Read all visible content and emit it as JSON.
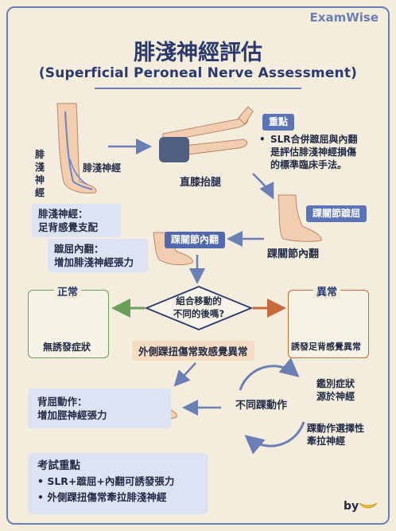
{
  "brand": "ExamWise",
  "title": "腓淺神經評估",
  "subtitle": "(Superficial Peroneal Nerve Assessment)",
  "leg_nerve": {
    "side_label_chars": [
      "腓",
      "淺",
      "神",
      "經"
    ],
    "label": "腓淺神經"
  },
  "slr": {
    "label": "直膝抬腿"
  },
  "key_point": {
    "tag": "重點",
    "lines": [
      "SLR合併蹠屈與內翻",
      "是評估腓淺神經損傷",
      "的標準臨床手法。"
    ]
  },
  "ankle_plantarflex_tag": "踝關節蹠屈",
  "ankle_invert": {
    "tag": "踝關節內翻",
    "label": "踝關節內翻"
  },
  "support_box": [
    "腓淺神經：",
    "足背感覺支配"
  ],
  "tension_box": [
    "蹠屈內翻：",
    "增加腓淺神經張力"
  ],
  "decision": [
    "組合移動的",
    "不同的後嗎?"
  ],
  "normal": {
    "title": "正常",
    "text": "無誘發症狀",
    "color": "#6aa05a"
  },
  "abnormal": {
    "title": "異常",
    "text": "誘發足背感覺異常",
    "color": "#c86a3c"
  },
  "sprain_note": "外側踝扭傷常致感覺異常",
  "dorsiflex_box": [
    "背屈動作：",
    "增加脛神經張力"
  ],
  "different_move": "不同踝動作",
  "cycle_notes": {
    "top": [
      "鑑別症狀",
      "源於神經"
    ],
    "bottom": [
      "踝動作選擇性",
      "牽拉神經"
    ]
  },
  "exam": {
    "heading": "考試重點",
    "items": [
      "SLR+蹠屈+內翻可誘發張力",
      "外側踝扭傷常牽拉腓淺神經"
    ]
  },
  "byline": "by",
  "colors": {
    "accent": "#5b74b8",
    "ink": "#1f2a44",
    "green": "#6aa05a",
    "orange": "#c86a3c"
  }
}
